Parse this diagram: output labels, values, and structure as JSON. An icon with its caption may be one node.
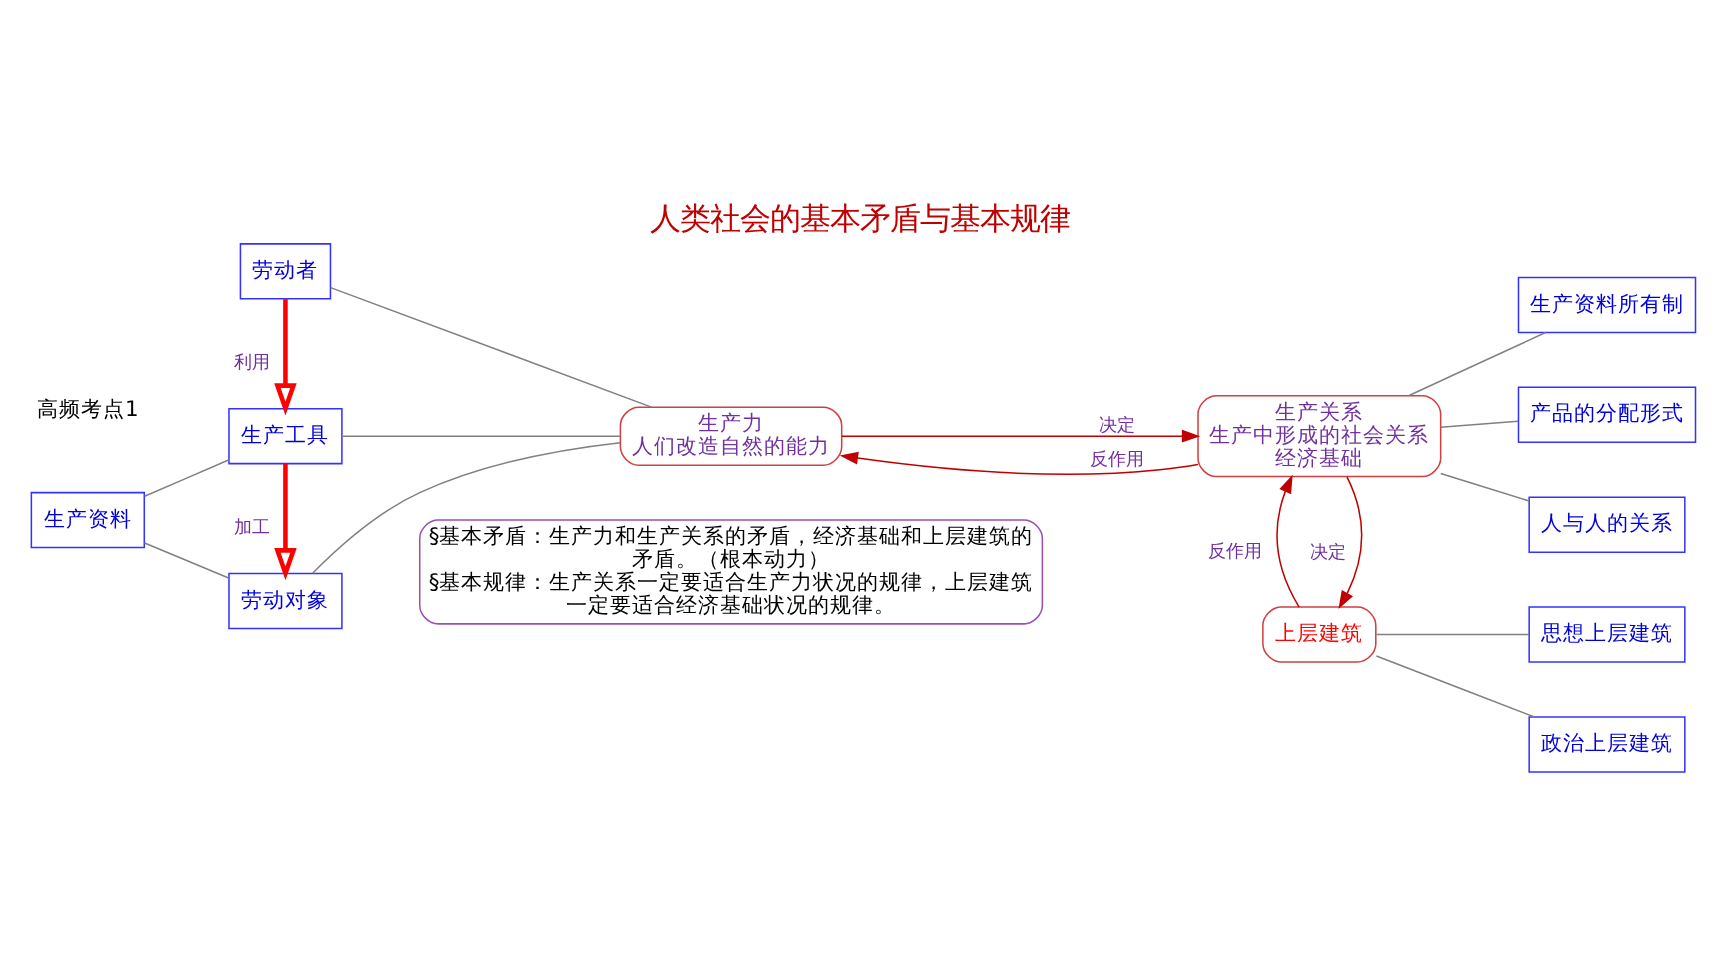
{
  "diagram": {
    "title": "人类社会的基本矛盾与基本规律",
    "nodes": [
      {
        "text": [
          "§基本矛盾：生产力和生产关系的矛盾，经济基础和上层建筑的矛盾。（根本动力）",
          "§基本规律：生产关系一定要适合生产力状况的规律，上层建筑一定要适合经济基础状况的规律。"
        ]
      },
      {
        "text": [
          "劳动者"
        ]
      },
      {
        "text": [
          "生产工具"
        ]
      },
      {
        "text": [
          "劳动对象"
        ]
      },
      {
        "text": [
          "生产资料"
        ]
      },
      {
        "text": [
          "生产力",
          "人们改造自然的能力"
        ]
      },
      {
        "text": [
          "生产关系",
          "生产中形成的社会关系",
          "经济基础"
        ]
      },
      {
        "text": [
          "生产资料所有制"
        ]
      },
      {
        "text": [
          "产品的分配形式"
        ]
      },
      {
        "text": [
          "人与人的关系"
        ]
      },
      {
        "text": [
          "上层建筑"
        ]
      },
      {
        "text": [
          "思想上层建筑"
        ]
      },
      {
        "text": [
          "政治上层建筑"
        ]
      }
    ],
    "edges": [
      {
        "from": 1,
        "to": 2,
        "arrow": "to",
        "label": "利用",
        "style": "thick",
        "color": "#ff0000"
      },
      {
        "from": 2,
        "to": 3,
        "arrow": "to",
        "label": "加工",
        "style": "thick",
        "color": "#ff0000"
      },
      {
        "from": 4,
        "to": 2,
        "arrow": "none"
      },
      {
        "from": 4,
        "to": 3,
        "arrow": "none"
      },
      {
        "from": 1,
        "to": 5,
        "arrow": "none"
      },
      {
        "from": 2,
        "to": 5,
        "arrow": "none"
      },
      {
        "from": 3,
        "to": 5,
        "arrow": "none"
      },
      {
        "from": 5,
        "to": 6,
        "arrow": "to",
        "label": "决定",
        "color": "#c00000"
      },
      {
        "from": 6,
        "to": 5,
        "arrow": "to",
        "label": "反作用",
        "color": "#c00000"
      },
      {
        "from": 6,
        "to": 7,
        "arrow": "none"
      },
      {
        "from": 6,
        "to": 8,
        "arrow": "none"
      },
      {
        "from": 6,
        "to": 9,
        "arrow": "none"
      },
      {
        "from": 6,
        "to": 10,
        "arrow": "to",
        "label": "决定",
        "color": "#c00000"
      },
      {
        "from": 10,
        "to": 6,
        "arrow": "to",
        "label": "反作用",
        "color": "#c00000"
      },
      {
        "from": 10,
        "to": 11,
        "arrow": "none"
      },
      {
        "from": 10,
        "to": 12,
        "arrow": "none"
      }
    ],
    "labels": [
      "高频考点1"
    ]
  }
}
